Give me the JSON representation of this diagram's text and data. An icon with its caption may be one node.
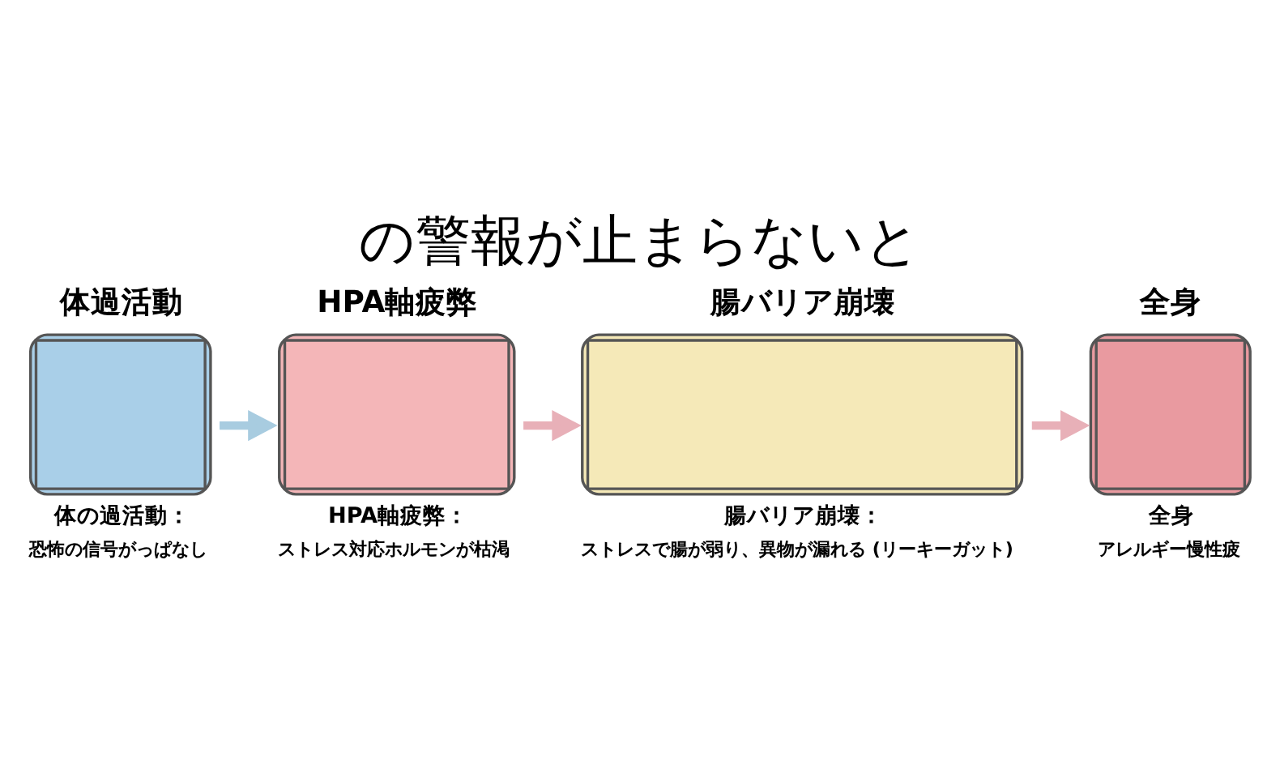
{
  "diagram": {
    "title": "の警報が止まらないと",
    "nodes": [
      {
        "text": [
          "体過活動"
        ],
        "beside": [
          "体の過活動：",
          "恐怖の信号がっぱなし"
        ]
      },
      {
        "text": [
          "HPA軸疲弊"
        ],
        "beside": [
          "HPA軸疲弊：",
          "ストレス対応ホルモンが枯渇"
        ]
      },
      {
        "text": [
          "腸バリア崩壊"
        ],
        "beside": [
          "腸バリア崩壊：",
          "ストレスで腸が弱り、異物が漏れる (リーキーガット)"
        ]
      },
      {
        "text": [
          "全身"
        ],
        "beside": [
          "全身",
          "アレルギー慢性疲"
        ]
      }
    ],
    "edges": [
      {
        "from": 0,
        "to": 1,
        "arrow": "to",
        "color": "#a8cce0"
      },
      {
        "from": 1,
        "to": 2,
        "arrow": "to"
      },
      {
        "from": 2,
        "to": 3,
        "arrow": "to"
      }
    ]
  }
}
